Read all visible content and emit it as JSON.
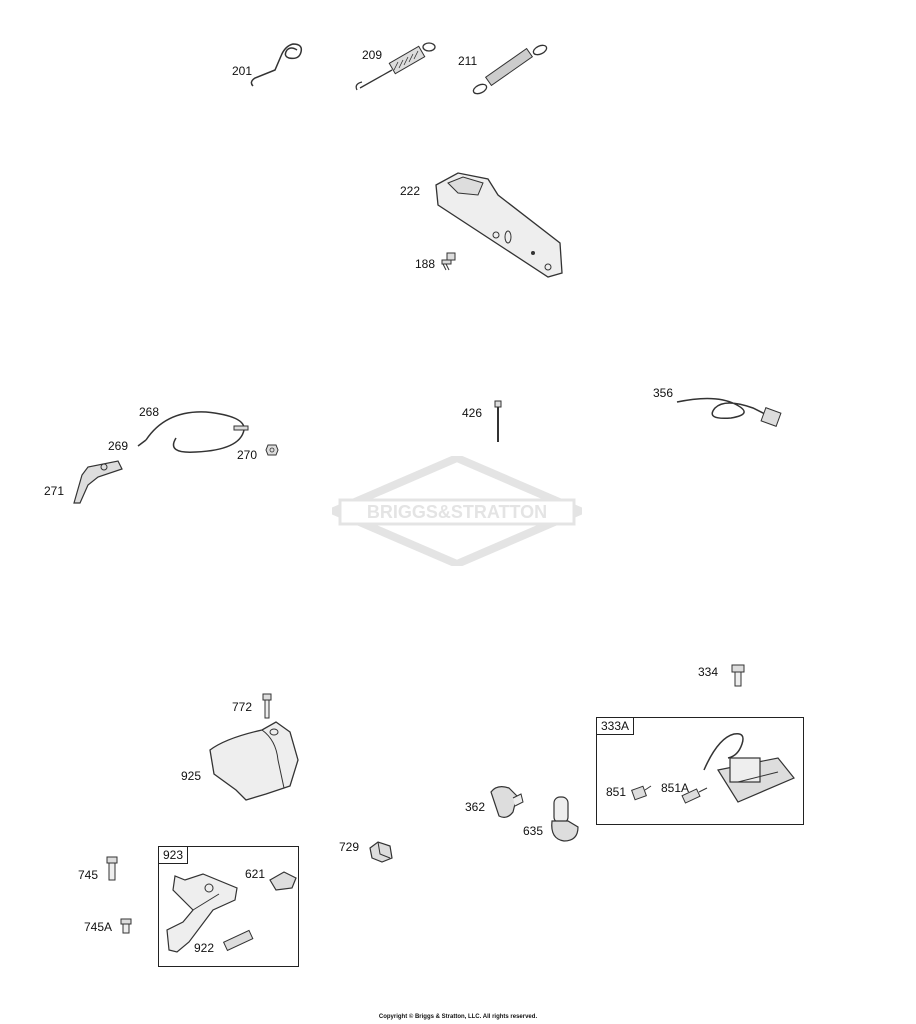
{
  "watermark": {
    "brand": "BRIGGS&STRATTON"
  },
  "labels": {
    "p201": "201",
    "p209": "209",
    "p211": "211",
    "p222": "222",
    "p188": "188",
    "p268": "268",
    "p269": "269",
    "p270": "270",
    "p271": "271",
    "p426": "426",
    "p356": "356",
    "p334": "334",
    "p772": "772",
    "p925": "925",
    "p362": "362",
    "p635": "635",
    "p729": "729",
    "p745": "745",
    "p745A": "745A",
    "p621": "621",
    "p922": "922",
    "p851": "851",
    "p851A": "851A"
  },
  "kits": {
    "k333A": "333A",
    "k923": "923"
  },
  "footer": {
    "copyright": "Copyright © Briggs & Stratton, LLC. All rights reserved."
  },
  "colors": {
    "line": "#333333",
    "part_fill": "#e6e6e6",
    "watermark": "#e4e4e4"
  }
}
